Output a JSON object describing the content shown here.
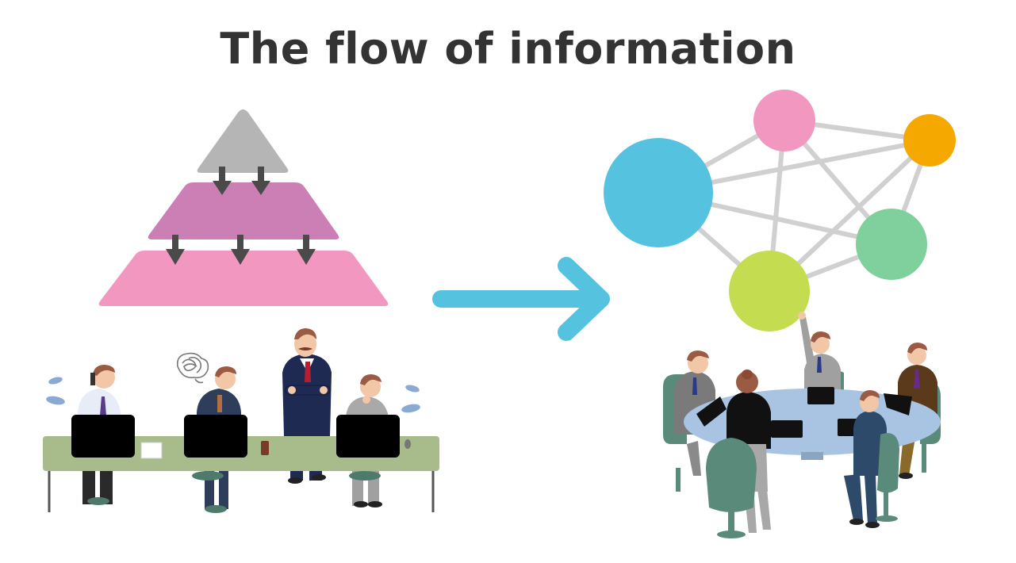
{
  "title": "The flow of information",
  "colors": {
    "pyramid_top": "#b5b5b5",
    "pyramid_middle": "#cc7fb5",
    "pyramid_bottom": "#f298c0",
    "flow_arrow": "#55c2e0",
    "down_arrows": "#4a4a4a",
    "network_links": "#d0d0d0",
    "desk": "#a8bb8a",
    "round_table": "#a9c4e2",
    "chairs": "#5a8a7a"
  },
  "network_nodes": [
    {
      "name": "blue-node",
      "color": "#55c2e0"
    },
    {
      "name": "pink-node",
      "color": "#f298c0"
    },
    {
      "name": "orange-node",
      "color": "#f5a800"
    },
    {
      "name": "green-node",
      "color": "#7fd09d"
    },
    {
      "name": "lime-node",
      "color": "#c3dc50"
    }
  ],
  "icons": [
    "down-arrow-icon",
    "right-arrow-icon",
    "tangled-thought-icon",
    "sweat-drop-icon",
    "laptop-icon"
  ]
}
